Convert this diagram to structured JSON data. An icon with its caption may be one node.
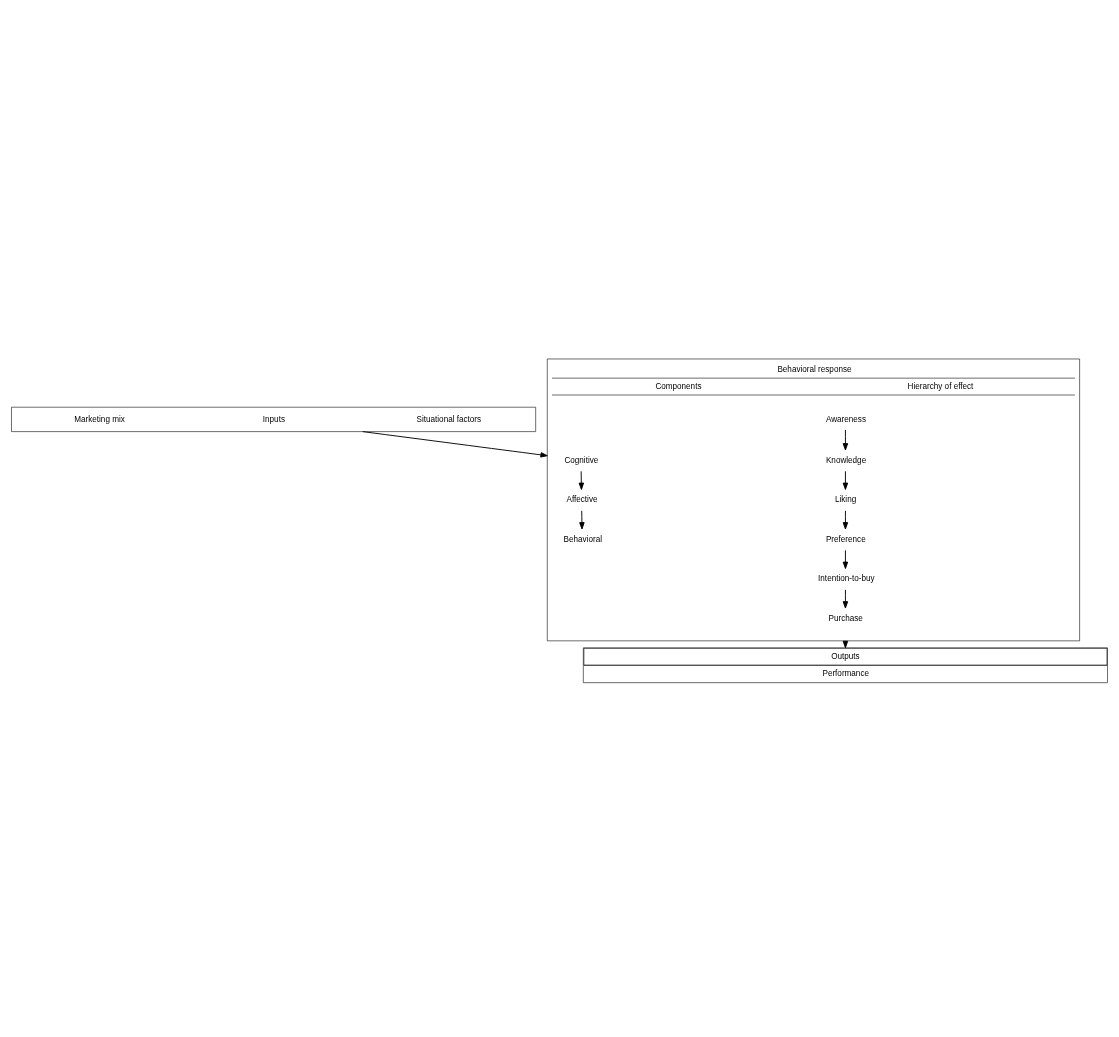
{
  "diagram": {
    "nodes": [
      {
        "text": [
          "Marketing mix",
          "Inputs",
          "Situational factors"
        ]
      },
      {
        "text": [
          "Behavioral response",
          "Components",
          "Hierarchy of effect"
        ]
      },
      {
        "text": [
          "Cognitive"
        ],
        "in": 1
      },
      {
        "text": [
          "Affective"
        ],
        "in": 1
      },
      {
        "text": [
          "Behavioral"
        ],
        "in": 1
      },
      {
        "text": [
          "Awareness"
        ],
        "in": 1
      },
      {
        "text": [
          "Knowledge"
        ],
        "in": 1
      },
      {
        "text": [
          "Liking"
        ],
        "in": 1
      },
      {
        "text": [
          "Preference"
        ],
        "in": 1
      },
      {
        "text": [
          "Intention-to-buy"
        ],
        "in": 1
      },
      {
        "text": [
          "Purchase"
        ],
        "in": 1
      },
      {
        "text": [
          "Outputs",
          "Performance"
        ]
      }
    ],
    "edges": [
      {
        "from": 0,
        "to": 1,
        "arrow": "to"
      },
      {
        "from": 2,
        "to": 3,
        "arrow": "to"
      },
      {
        "from": 3,
        "to": 4,
        "arrow": "to"
      },
      {
        "from": 5,
        "to": 6,
        "arrow": "to"
      },
      {
        "from": 6,
        "to": 7,
        "arrow": "to"
      },
      {
        "from": 7,
        "to": 8,
        "arrow": "to"
      },
      {
        "from": 8,
        "to": 9,
        "arrow": "to"
      },
      {
        "from": 9,
        "to": 10,
        "arrow": "to"
      },
      {
        "from": 1,
        "to": 11,
        "arrow": "to"
      }
    ]
  }
}
